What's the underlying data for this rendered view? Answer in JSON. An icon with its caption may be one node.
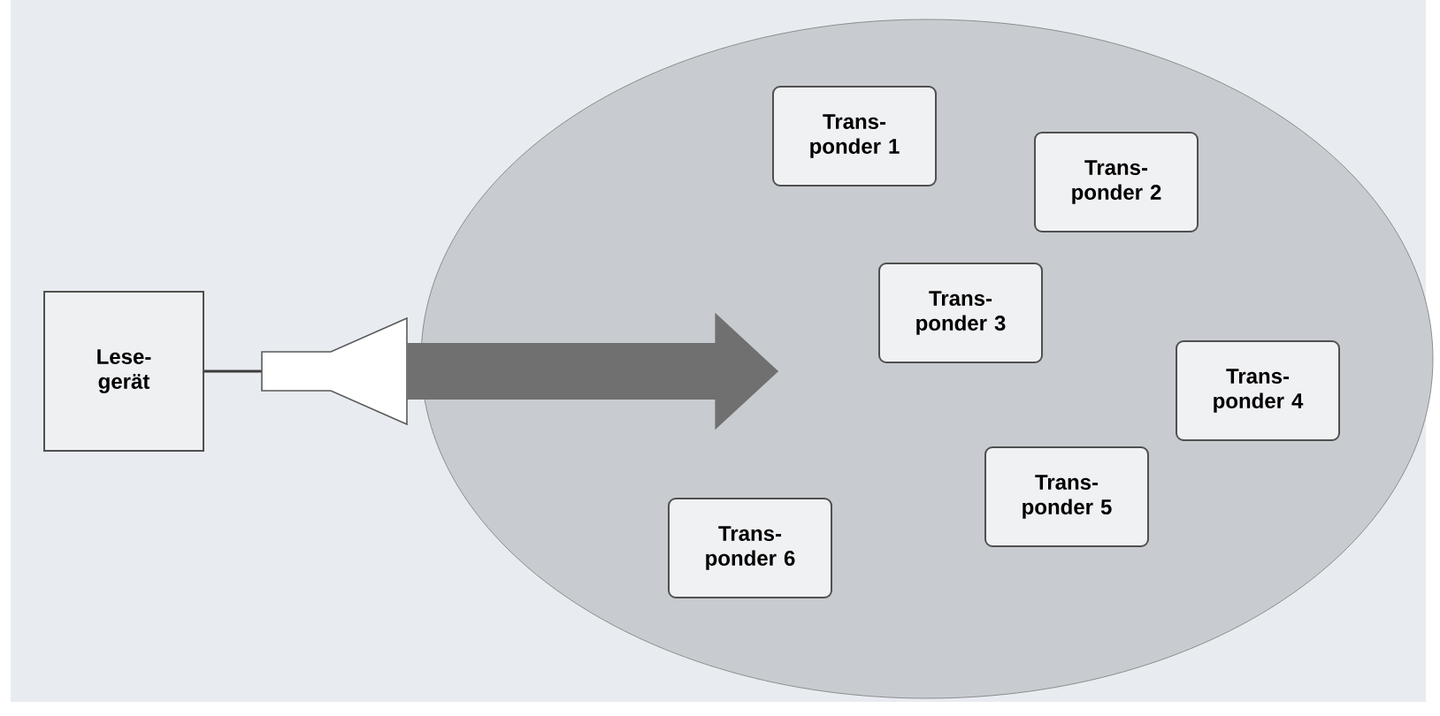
{
  "diagram": {
    "nodes": [
      {
        "text": [
          "Lese- gerät"
        ]
      },
      {
        "text": [],
        "shape": "antenna"
      },
      {
        "text": [],
        "shape": "ellipse"
      },
      {
        "text": [
          "Trans- ponder 1"
        ],
        "in": 2
      },
      {
        "text": [
          "Trans- ponder 2"
        ],
        "in": 2
      },
      {
        "text": [
          "Trans- ponder 3"
        ],
        "in": 2
      },
      {
        "text": [
          "Trans- ponder 4"
        ],
        "in": 2
      },
      {
        "text": [
          "Trans- ponder 5"
        ],
        "in": 2
      },
      {
        "text": [
          "Trans- ponder 6"
        ],
        "in": 2
      }
    ],
    "edges": [
      {
        "from": 0,
        "to": 1,
        "arrow": "none"
      },
      {
        "from": 1,
        "to": null,
        "arrow": "to",
        "style": "thick",
        "color": "#707070"
      }
    ]
  }
}
